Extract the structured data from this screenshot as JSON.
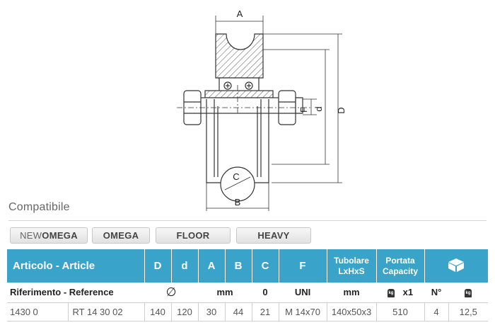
{
  "drawing": {
    "dims": {
      "A": "A",
      "B": "B",
      "C": "C",
      "D": "D",
      "d": "d",
      "F": "F"
    }
  },
  "compat": {
    "label": "Compatibile",
    "tags": [
      {
        "pre": "NEW",
        "main": "OMEGA"
      },
      {
        "pre": "",
        "main": "OMEGA"
      },
      {
        "pre": "",
        "main": "FLOOR"
      },
      {
        "pre": "",
        "main": "HEAVY"
      }
    ]
  },
  "table": {
    "headers": {
      "article": "Articolo - Article",
      "D": "D",
      "d": "d",
      "A": "A",
      "B": "B",
      "C": "C",
      "F": "F",
      "tubolare1": "Tubolare",
      "tubolare2": "LxHxS",
      "portata1": "Portata",
      "portata2": "Capacity"
    },
    "sub": {
      "reference": "Riferimento - Reference",
      "diameter_symbol": "∅",
      "mm": "mm",
      "c_unit": "0",
      "uni": "UNI",
      "mm2": "mm",
      "x1": "x1",
      "n": "N°",
      "kg_icon": "kg-icon"
    },
    "row": {
      "code": "1430 0",
      "reference": "RT 14 30 02",
      "D": "140",
      "d": "120",
      "A": "30",
      "B": "44",
      "C": "21",
      "F": "M 14x70",
      "tubolare": "140x50x3",
      "portata": "510",
      "n": "4",
      "kg": "12,5"
    },
    "header_color": "#3aa3c9"
  }
}
